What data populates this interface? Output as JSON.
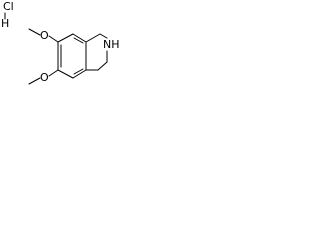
{
  "labels": {
    "hcl_cl": "Cl",
    "hcl_h": "H",
    "o_top": "O",
    "o_bottom": "O",
    "nh": "NH"
  },
  "colors": {
    "line": "#000000",
    "background": "#ffffff"
  }
}
